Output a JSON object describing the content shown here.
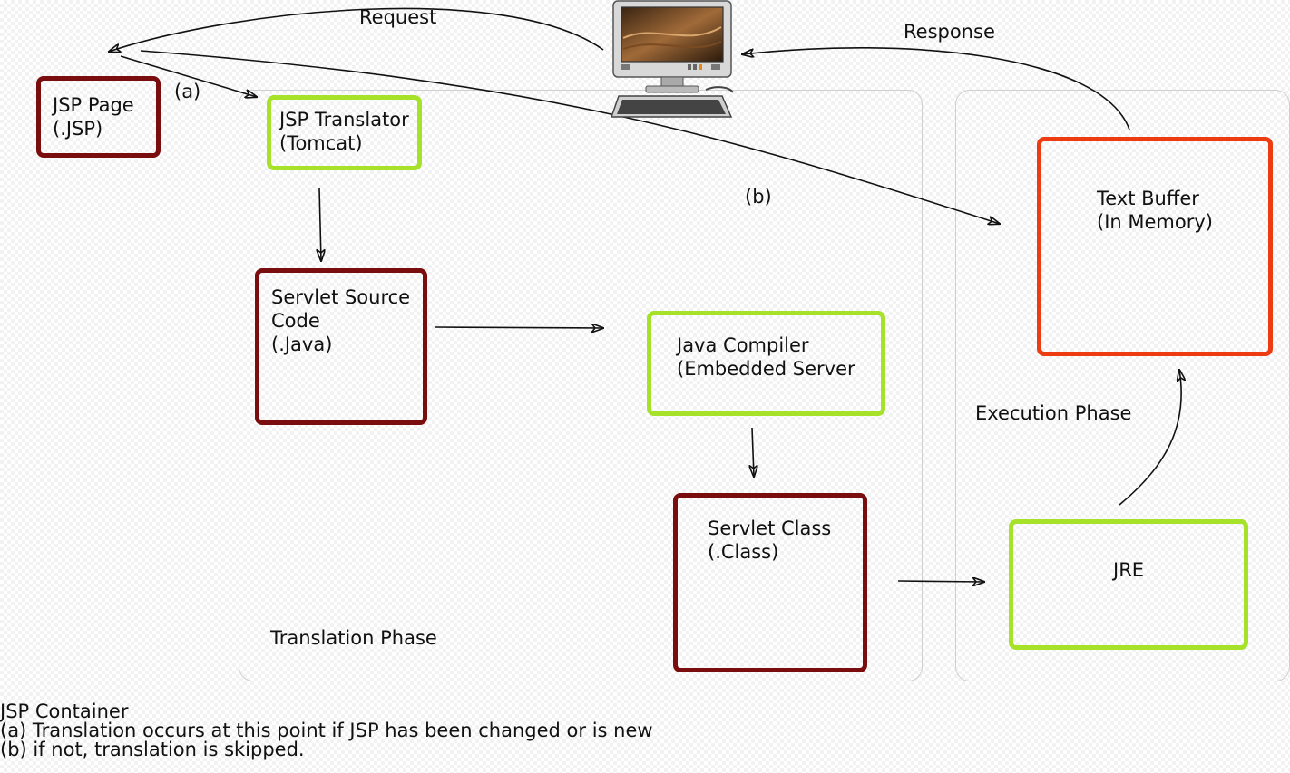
{
  "edges": {
    "request": "Request",
    "response": "Response",
    "path_a": "(a)",
    "path_b": "(b)"
  },
  "nodes": {
    "jsp_page": "JSP Page\n(.JSP)",
    "jsp_translator": "JSP Translator\n(Tomcat)",
    "servlet_source": "Servlet Source\nCode\n(.Java)",
    "java_compiler": "Java Compiler\n(Embedded Server",
    "servlet_class": "Servlet Class\n(.Class)",
    "text_buffer": "Text Buffer\n(In Memory)",
    "jre": "JRE"
  },
  "phases": {
    "translation": "Translation Phase",
    "execution": "Execution Phase"
  },
  "legend": {
    "title": "JSP Container",
    "note_a": "(a) Translation occurs at this point if JSP has been changed or is new",
    "note_b": "(b) if not, translation is skipped."
  },
  "colors": {
    "file_box": "#7a0d0d",
    "process_box": "#a6e22a",
    "memory_box": "#ee3c12"
  },
  "icons": {
    "client": "computer-monitor-icon"
  }
}
